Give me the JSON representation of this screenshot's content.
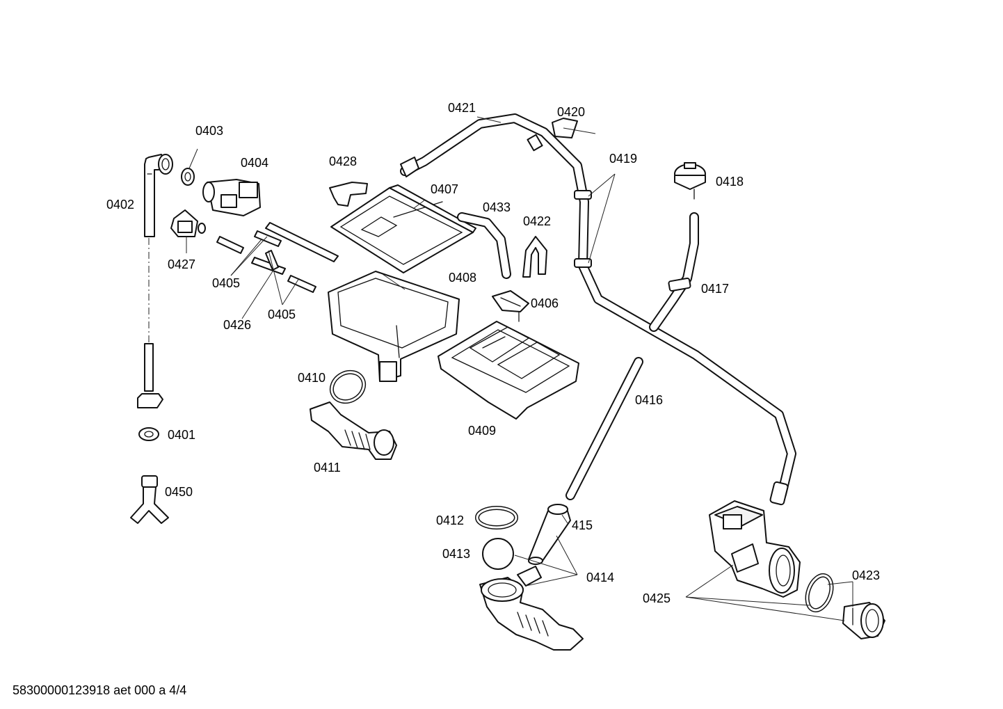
{
  "labels": {
    "p0401": "0401",
    "p0402": "0402",
    "p0403": "0403",
    "p0404": "0404",
    "p0405a": "0405",
    "p0405b": "0405",
    "p0406": "0406",
    "p0407": "0407",
    "p0408": "0408",
    "p0409": "0409",
    "p0410": "0410",
    "p0411": "0411",
    "p0412": "0412",
    "p0413": "0413",
    "p0414": "0414",
    "p415": "415",
    "p0416": "0416",
    "p0417": "0417",
    "p0418": "0418",
    "p0419": "0419",
    "p0420": "0420",
    "p0421": "0421",
    "p0422": "0422",
    "p0423": "0423",
    "p0425": "0425",
    "p0426": "0426",
    "p0427": "0427",
    "p0428": "0428",
    "p0433": "0433",
    "p0450": "0450"
  },
  "footer": "58300000123918 aet 000 a 4/4"
}
